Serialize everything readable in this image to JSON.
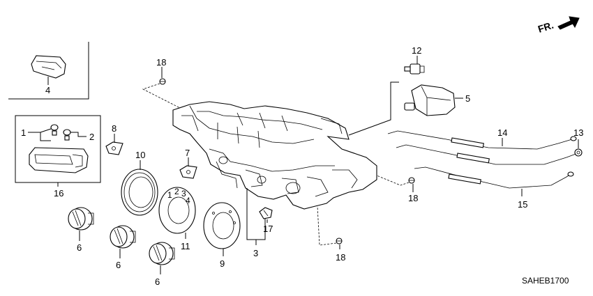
{
  "labels": {
    "p1": "1",
    "p2": "2",
    "p3": "3",
    "p4": "4",
    "p5": "5",
    "p6a": "6",
    "p6b": "6",
    "p6c": "6",
    "p7": "7",
    "p8": "8",
    "p9": "9",
    "p10": "10",
    "p11": "11",
    "p12": "12",
    "p13": "13",
    "p14": "14",
    "p15": "15",
    "p16": "16",
    "p17": "17",
    "p18a": "18",
    "p18b": "18",
    "p18c": "18"
  },
  "direction": {
    "text": "FR.",
    "icon": "front-arrow-icon"
  },
  "diagram_code": "SAHEB1700"
}
